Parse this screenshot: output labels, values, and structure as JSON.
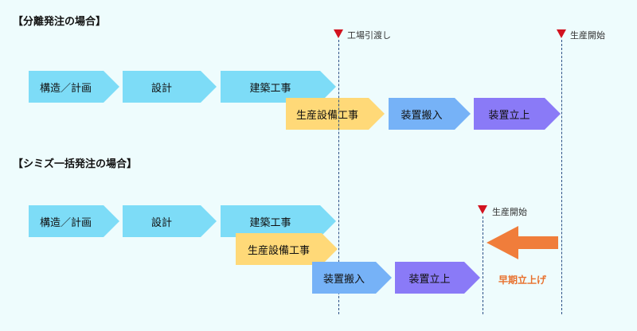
{
  "separate": {
    "title": "【分離発注の場合】",
    "steps": {
      "structure_plan": "構造／計画",
      "design": "設計",
      "construction": "建築工事",
      "production_facility": "生産設備工事",
      "equipment_install": "装置搬入",
      "equipment_startup": "装置立上"
    },
    "markers": {
      "building_handover": "工場引渡し",
      "production_start": "生産開始"
    }
  },
  "shimizu": {
    "title": "【シミズ一括発注の場合】",
    "steps": {
      "structure_plan": "構造／計画",
      "design": "設計",
      "construction": "建築工事",
      "production_facility": "生産設備工事",
      "equipment_install": "装置搬入",
      "equipment_startup": "装置立上"
    },
    "markers": {
      "production_start": "生産開始"
    },
    "early_startup": "早期立上げ"
  },
  "colors": {
    "background": "#eefcfd",
    "phase_design": "#7ddcf7",
    "phase_facility": "#ffd978",
    "phase_install": "#76b2f7",
    "phase_startup": "#8a7af7",
    "marker": "#d2121f",
    "early_arrow": "#f07d3b"
  }
}
